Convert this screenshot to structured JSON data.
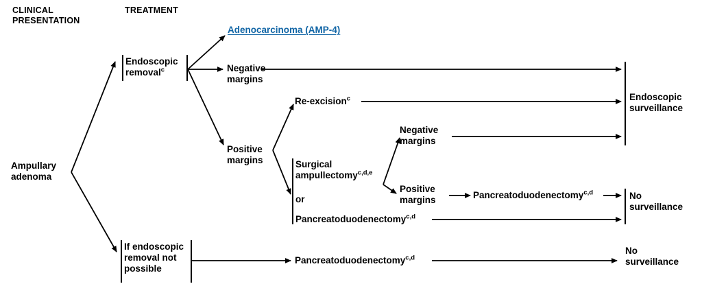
{
  "headers": {
    "clinical_presentation": "CLINICAL\nPRESENTATION",
    "treatment": "TREATMENT"
  },
  "nodes": {
    "ampullary_adenoma": {
      "label": "Ampullary\nadenoma"
    },
    "endoscopic_removal": {
      "label": "Endoscopic\nremoval",
      "sup": "c"
    },
    "adenocarcinoma_link": {
      "label": "Adenocarcinoma (AMP-4)",
      "color": "#1266a6"
    },
    "negative_margins_top": {
      "label": "Negative\nmargins"
    },
    "positive_margins_mid": {
      "label": "Positive\nmargins"
    },
    "re_excision": {
      "label": "Re-excision",
      "sup": "c"
    },
    "surgical_ampullectomy": {
      "label": "Surgical\nampullectomy",
      "sup": "c,d,e"
    },
    "or_divider": {
      "label": "or"
    },
    "pancreatoduodenectomy_box": {
      "label": "Pancreatoduodenectomy",
      "sup": "c,d"
    },
    "negative_margins_right": {
      "label": "Negative\nmargins"
    },
    "positive_margins_right": {
      "label": "Positive\nmargins"
    },
    "pancreatoduodenectomy_right": {
      "label": "Pancreatoduodenectomy",
      "sup": "c,d"
    },
    "if_endoscopic_not_possible": {
      "label": "If endoscopic\nremoval not\npossible"
    },
    "pancreatoduodenectomy_bottom": {
      "label": "Pancreatoduodenectomy",
      "sup": "c,d"
    },
    "endoscopic_surveillance": {
      "label": "Endoscopic\nsurveillance"
    },
    "no_surveillance_mid": {
      "label": "No\nsurveillance"
    },
    "no_surveillance_bottom": {
      "label": "No\nsurveillance"
    }
  },
  "footnote_markers": [
    "c",
    "d",
    "e"
  ],
  "style": {
    "line_color": "#000000",
    "text_color": "#000000",
    "link_color": "#1266a6",
    "background": "#ffffff"
  }
}
